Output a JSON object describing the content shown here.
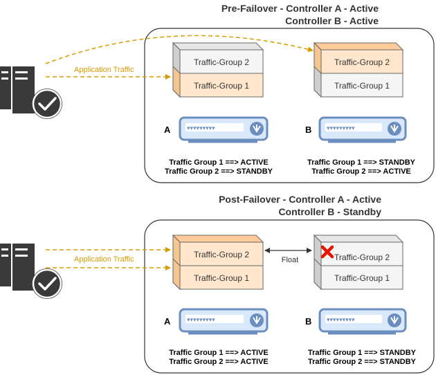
{
  "pre": {
    "title_line1": "Pre-Failover - Controller A - Active",
    "title_line2": "Controller B - Active",
    "traffic_label": "Application Traffic",
    "controller_a": {
      "label": "A",
      "stack_top": "Traffic-Group 2",
      "stack_bottom": "Traffic-Group 1",
      "status_line1": "Traffic Group 1 ==> ACTIVE",
      "status_line2": "Traffic Group 2 ==> STANDBY"
    },
    "controller_b": {
      "label": "B",
      "stack_top": "Traffic-Group 2",
      "stack_bottom": "Traffic-Group 1",
      "status_line1": "Traffic Group 1 ==> STANDBY",
      "status_line2": "Traffic Group 2 ==> ACTIVE"
    }
  },
  "post": {
    "title_line1": "Post-Failover - Controller A - Active",
    "title_line2": "Controller B - Standby",
    "traffic_label": "Application Traffic",
    "float_label": "Float",
    "controller_a": {
      "label": "A",
      "stack_top": "Traffic-Group 2",
      "stack_bottom": "Traffic-Group 1",
      "status_line1": "Traffic Group 1 ==> ACTIVE",
      "status_line2": "Traffic Group 2 ==> ACTIVE"
    },
    "controller_b": {
      "label": "B",
      "stack_top": "Traffic-Group 2",
      "stack_bottom": "Traffic-Group 1",
      "status_line1": "Traffic Group 1 ==> STANDBY",
      "status_line2": "Traffic Group 2 ==> STANDBY"
    }
  },
  "colors": {
    "active_fill": "#ffe6cc",
    "active_top": "#ffcc99",
    "inactive_fill": "#f5f5f5",
    "inactive_top": "#e6e6e6",
    "traffic": "#d79b00",
    "device": "#6c8ebf",
    "server": "#3a3a3a",
    "fail_mark": "#e51400"
  },
  "icons": {
    "server": "server-with-check-icon",
    "device": "network-switch-icon",
    "failure": "red-x-icon"
  }
}
